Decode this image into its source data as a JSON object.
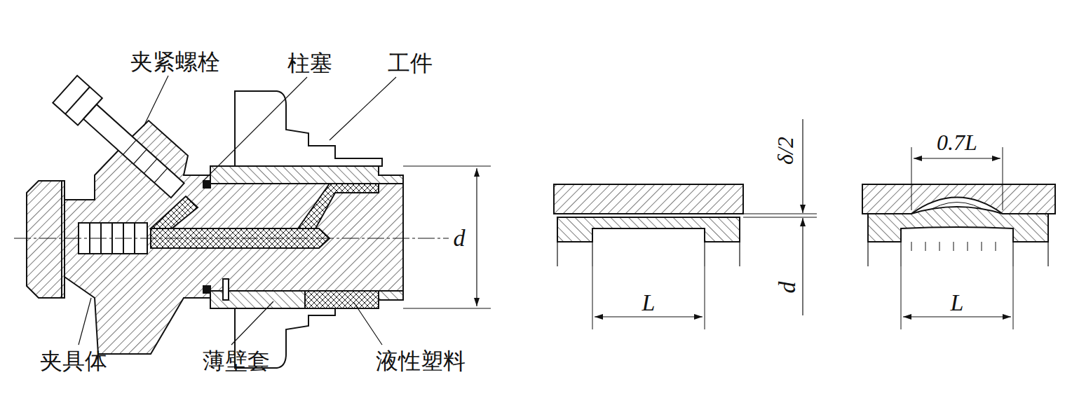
{
  "diagram": {
    "labels": [
      "夹紧螺栓",
      "柱塞",
      "工件",
      "夹具体",
      "薄壁套",
      "液性塑料",
      "d",
      "δ/2",
      "d",
      "L",
      "0.7L",
      "L"
    ]
  }
}
